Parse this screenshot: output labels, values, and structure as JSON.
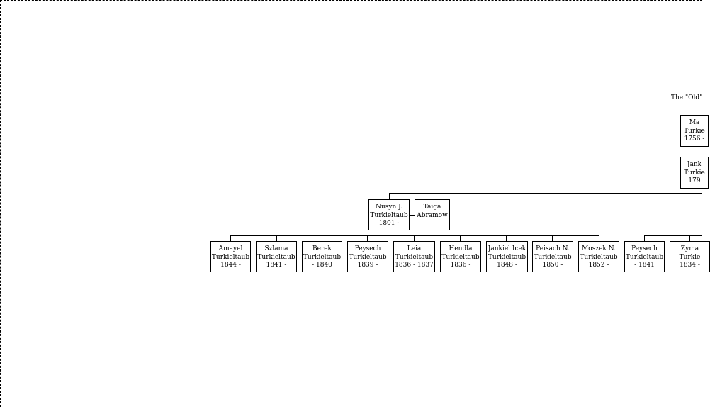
{
  "title": "The \"Old\"",
  "persons": [
    {
      "id": "ma",
      "lines": [
        "Ma",
        "Turkie",
        "1756 -"
      ]
    },
    {
      "id": "jank",
      "lines": [
        "Jank",
        "Turkie",
        "179"
      ]
    },
    {
      "id": "nusyn",
      "lines": [
        "Nusyn J.",
        "Turkieltaub",
        "1801 -"
      ]
    },
    {
      "id": "taiga",
      "lines": [
        "Taiga",
        "Abramow"
      ]
    },
    {
      "id": "c1",
      "lines": [
        "Amayel",
        "Turkieltaub",
        "1844 -"
      ]
    },
    {
      "id": "c2",
      "lines": [
        "Szlama",
        "Turkieltaub",
        "1841 -"
      ]
    },
    {
      "id": "c3",
      "lines": [
        "Berek",
        "Turkieltaub",
        "- 1840"
      ]
    },
    {
      "id": "c4",
      "lines": [
        "Peysech",
        "Turkieltaub",
        "1839 -"
      ]
    },
    {
      "id": "c5",
      "lines": [
        "Leia",
        "Turkieltaub",
        "1836 - 1837"
      ]
    },
    {
      "id": "c6",
      "lines": [
        "Hendla",
        "Turkieltaub",
        "1836 -"
      ]
    },
    {
      "id": "c7",
      "lines": [
        "Jankiel Icek",
        "Turkieltaub",
        "1848 -"
      ]
    },
    {
      "id": "c8",
      "lines": [
        "Peisach N.",
        "Turkieltaub",
        "1850 -"
      ]
    },
    {
      "id": "c9",
      "lines": [
        "Moszek N.",
        "Turkieltaub",
        "1852 -"
      ]
    },
    {
      "id": "c10",
      "lines": [
        "Peysech",
        "Turkieltaub",
        "- 1841"
      ]
    },
    {
      "id": "c11",
      "lines": [
        "Zyma",
        "Turkie",
        "1834 -"
      ]
    }
  ]
}
